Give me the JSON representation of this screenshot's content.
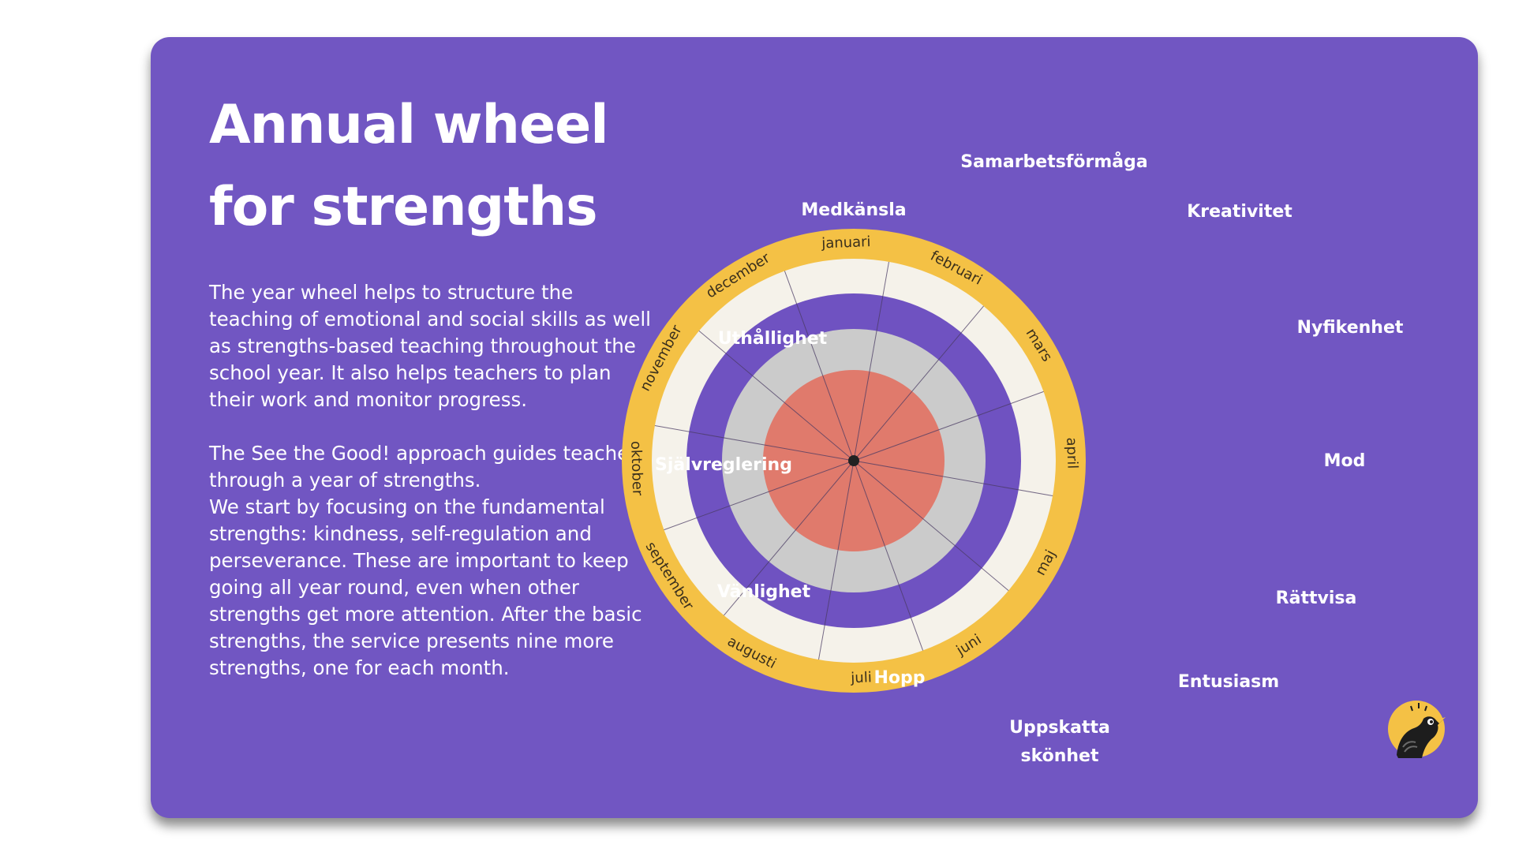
{
  "title_line1": "Annual wheel",
  "title_line2": "for strengths",
  "paragraph1": "The year wheel helps to structure the teaching of emotional and social skills as well as strengths-based teaching throughout the school year. It also helps teachers to plan their work and monitor progress.",
  "paragraph2_line1": "The See the Good! approach guides teacher through a year of strengths.",
  "paragraph2_line2": "We start by focusing on the fundamental strengths: kindness, self-regulation and perseverance. These are important to keep going all year round, even when other strengths get more attention. After the basic strengths, the service presents nine more strengths, one for each month.",
  "months": [
    "januari",
    "februari",
    "mars",
    "april",
    "maj",
    "juni",
    "juli",
    "augusti",
    "september",
    "oktober",
    "november",
    "december"
  ],
  "strengths": [
    "Samarbetsförmåga",
    "Kreativitet",
    "Nyfikenhet",
    "Mod",
    "Rättvisa",
    "Entusiasm",
    "Uppskatta skönhet",
    "Hopp",
    "Vänlighet",
    "Självreglering",
    "Uthållighet",
    "Medkänsla"
  ],
  "strengths_display": {
    "samarbetsformaga": "Samarbetsförmåga",
    "kreativitet": "Kreativitet",
    "nyfikenhet": "Nyfikenhet",
    "mod": "Mod",
    "rattvisa": "Rättvisa",
    "entusiasm": "Entusiasm",
    "uppskatta_1": "Uppskatta",
    "uppskatta_2": "skönhet",
    "hopp": "Hopp",
    "vanlighet": "Vänlighet",
    "sjalvreglering": "Självreglering",
    "uthallighet": "Uthållighet",
    "medkansla": "Medkänsla"
  },
  "colors": {
    "background": "#7156c2",
    "outer_ring": "#f4c145",
    "cream_ring": "#f5f2ea",
    "purple_ring": "#6f52c1",
    "gray_ring": "#cbcbcb",
    "center": "#e07a6c",
    "hub": "#222222"
  },
  "logo_icon": "bird-logo-icon"
}
